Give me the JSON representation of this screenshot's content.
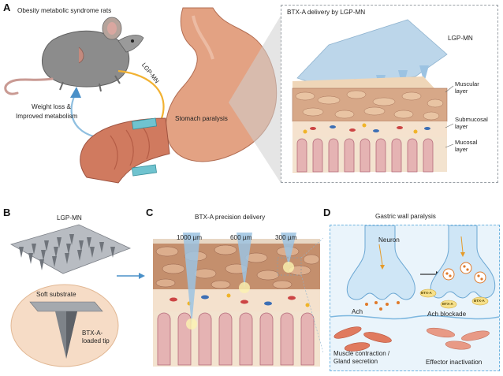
{
  "panels": {
    "A": {
      "letter": "A",
      "rat_title": "Obesity metabolic syndrome rats",
      "arrow_label": "LGP-MN",
      "outcome": [
        "Weight loss &",
        "Improved metabolism"
      ],
      "stomach_label": "Stomach paralysis",
      "inset_title": "BTX-A delivery by LGP-MN",
      "inset_mn": "LGP-MN",
      "layers": [
        [
          "Muscular",
          "layer"
        ],
        [
          "Submucosal",
          "layer"
        ],
        [
          "Mucosal",
          "layer"
        ]
      ]
    },
    "B": {
      "letter": "B",
      "mn_label": "LGP-MN",
      "substrate": "Soft substrate",
      "tip": [
        "BTX-A-",
        "loaded tip"
      ]
    },
    "C": {
      "letter": "C",
      "title": "BTX-A precision delivery",
      "depths": [
        "1000 µm",
        "600 µm",
        "300 µm"
      ]
    },
    "D": {
      "letter": "D",
      "title": "Gastric wall paralysis",
      "neuron": "Neuron",
      "ach": "Ach",
      "blockade": "Ach blockade",
      "btxa_tag": "BTX-A",
      "left_caption": [
        "Muscle contraction /",
        "Gland secretion"
      ],
      "right_caption": "Effector inactivation"
    }
  },
  "colors": {
    "blue_arrow": "#4a90c8",
    "red_arrow": "#d9432a",
    "stomach": "#e3a283",
    "needle": "#9cc3e2",
    "dash_border": "#9aa0a6",
    "cell": "#e07a5f"
  }
}
